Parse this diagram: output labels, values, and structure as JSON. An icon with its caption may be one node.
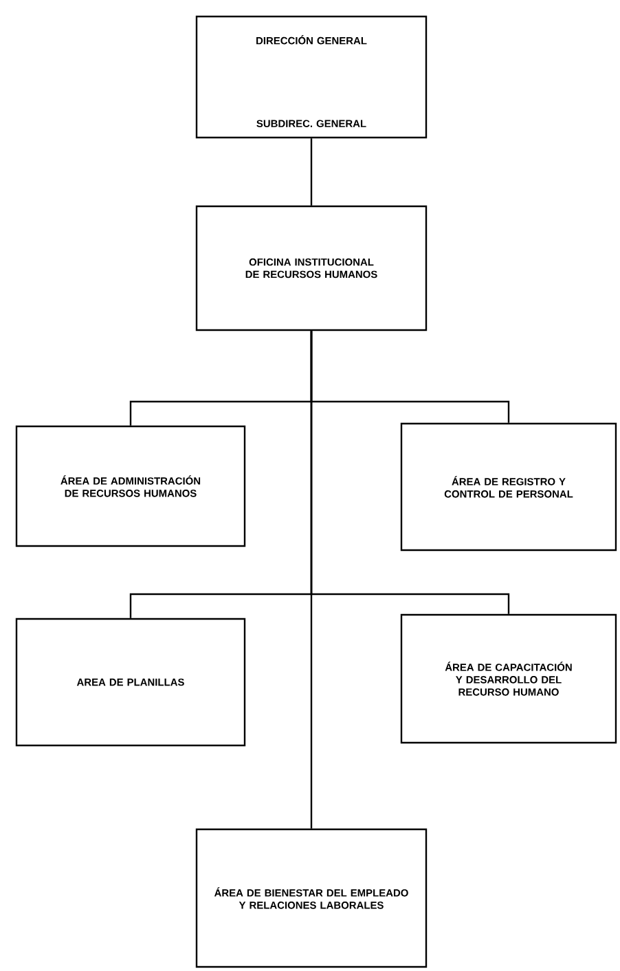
{
  "diagram": {
    "nodes": [
      {
        "text": [
          "DIRECCIÓN GENERAL",
          "SUBDIREC. GENERAL"
        ]
      },
      {
        "text": [
          "OFICINA INSTITUCIONAL DE RECURSOS HUMANOS"
        ]
      },
      {
        "text": [
          "ÁREA DE ADMINISTRACIÓN DE RECURSOS HUMANOS"
        ]
      },
      {
        "text": [
          "ÁREA DE REGISTRO Y CONTROL DE PERSONAL"
        ]
      },
      {
        "text": [
          "AREA DE PLANILLAS"
        ]
      },
      {
        "text": [
          "ÁREA DE CAPACITACIÓN Y DESARROLLO DEL RECURSO HUMANO"
        ]
      },
      {
        "text": [
          "ÁREA DE BIENESTAR DEL EMPLEADO Y RELACIONES LABORALES"
        ]
      }
    ],
    "edges": [
      {
        "from": 0,
        "to": 1,
        "arrow": "none"
      },
      {
        "from": 1,
        "to": 2,
        "arrow": "none"
      },
      {
        "from": 1,
        "to": 3,
        "arrow": "none"
      },
      {
        "from": 1,
        "to": 4,
        "arrow": "none"
      },
      {
        "from": 1,
        "to": 5,
        "arrow": "none"
      },
      {
        "from": 1,
        "to": 6,
        "arrow": "none"
      }
    ]
  }
}
